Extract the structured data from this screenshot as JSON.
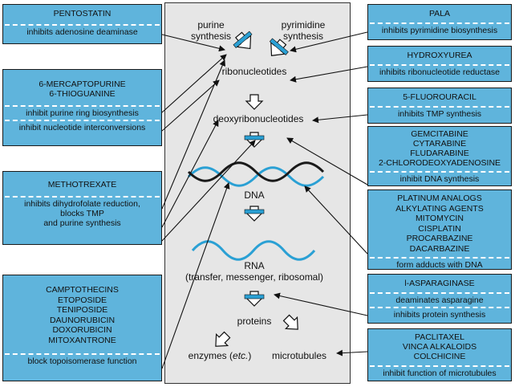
{
  "center": {
    "purine": "purine\nsynthesis",
    "pyrimidine": "pyrimidine\nsynthesis",
    "ribonucleotides": "ribonucleotides",
    "deoxy": "deoxyribonucleotides",
    "dna": "DNA",
    "rna": "RNA\n(transfer, messenger, ribosomal)",
    "proteins": "proteins",
    "enzymes": "enzymes",
    "enzymes_etc": "etc.",
    "microtubules": "microtubules"
  },
  "left_boxes": [
    {
      "drug": "PENTOSTATIN",
      "action": "inhibits adenosine deaminase"
    },
    {
      "drug": "6-MERCAPTOPURINE\n6-THIOGUANINE",
      "action1": "inhibit purine ring biosynthesis",
      "action2": "inhibit nucleotide interconversions"
    },
    {
      "drug": "METHOTREXATE",
      "action": "inhibits dihydrofolate reduction,\nblocks TMP\nand purine synthesis"
    },
    {
      "drug": "CAMPTOTHECINS\nETOPOSIDE\nTENIPOSIDE\nDAUNORUBICIN\nDOXORUBICIN\nMITOXANTRONE",
      "action": "block topoisomerase function"
    }
  ],
  "right_boxes": [
    {
      "drug": "PALA",
      "action": "inhibits pyrimidine biosynthesis"
    },
    {
      "drug": "HYDROXYUREA",
      "action": "inhibits ribonucleotide reductase"
    },
    {
      "drug": "5-FLUOROURACIL",
      "action": "inhibits TMP synthesis"
    },
    {
      "drug": "GEMCITABINE\nCYTARABINE\nFLUDARABINE\n2-CHLORODEOXYADENOSINE",
      "action": "inhibit DNA synthesis"
    },
    {
      "drug": "PLATINUM ANALOGS\nALKYLATING AGENTS\nMITOMYCIN\nCISPLATIN\nPROCARBAZINE\nDACARBAZINE",
      "action": "form adducts with DNA"
    },
    {
      "drug": "l-ASPARAGINASE",
      "action1": "deaminates asparagine",
      "action2": "inhibits protein synthesis"
    },
    {
      "drug": "PACLITAXEL\nVINCA ALKALOIDS\nCOLCHICINE",
      "action": "inhibit function of microtubules"
    }
  ],
  "colors": {
    "box": "#5fb4dc",
    "panel": "#e6e6e6",
    "dna_dark": "#1a1a1a",
    "dna_blue": "#2aa0d4"
  }
}
